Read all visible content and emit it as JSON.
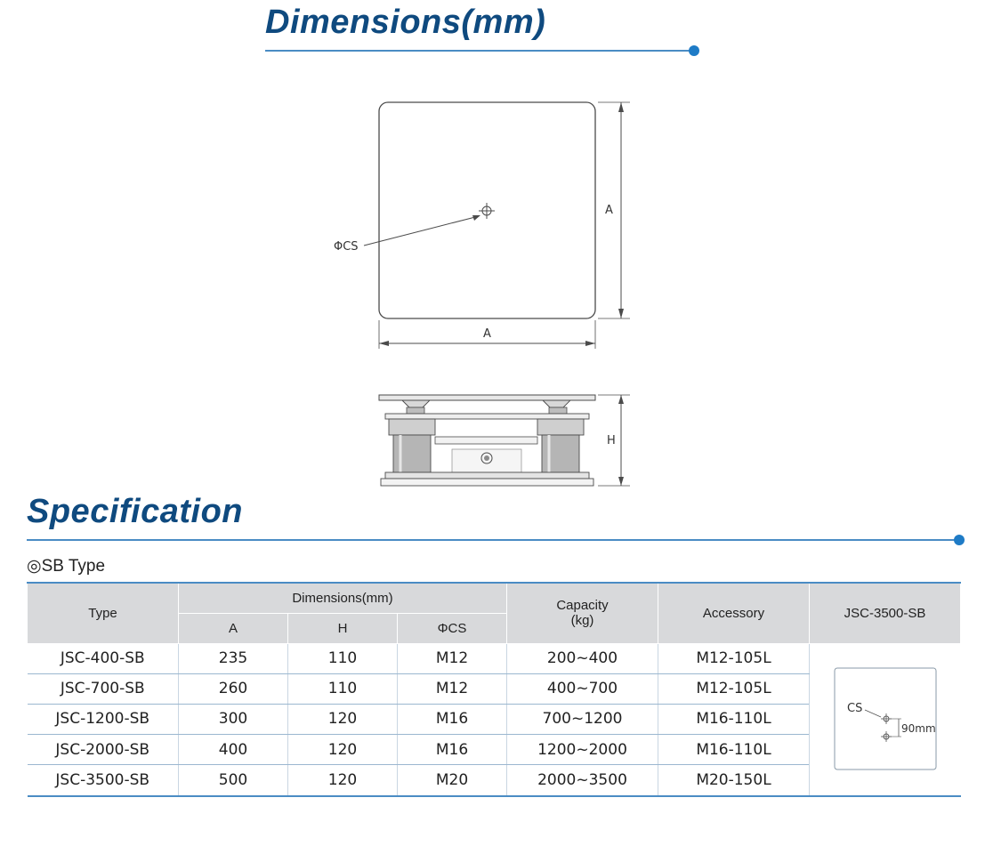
{
  "dimensions_section": {
    "title": "Dimensions(mm)"
  },
  "drawing": {
    "label_a_right": "A",
    "label_a_bottom": "A",
    "label_cs": "ΦCS",
    "label_h": "H"
  },
  "specification_section": {
    "title": "Specification",
    "subtitle": "◎SB Type"
  },
  "table": {
    "headers": {
      "type": "Type",
      "dimensions": "Dimensions(mm)",
      "a": "A",
      "h": "H",
      "cs": "ΦCS",
      "capacity": "Capacity\n(kg)",
      "accessory": "Accessory",
      "model_image": "JSC-3500-SB"
    },
    "rows": [
      {
        "type": "JSC-400-SB",
        "a": "235",
        "h": "110",
        "cs": "M12",
        "capacity": "200~400",
        "accessory": "M12-105L"
      },
      {
        "type": "JSC-700-SB",
        "a": "260",
        "h": "110",
        "cs": "M12",
        "capacity": "400~700",
        "accessory": "M12-105L"
      },
      {
        "type": "JSC-1200-SB",
        "a": "300",
        "h": "120",
        "cs": "M16",
        "capacity": "700~1200",
        "accessory": "M16-110L"
      },
      {
        "type": "JSC-2000-SB",
        "a": "400",
        "h": "120",
        "cs": "M16",
        "capacity": "1200~2000",
        "accessory": "M16-110L"
      },
      {
        "type": "JSC-3500-SB",
        "a": "500",
        "h": "120",
        "cs": "M20",
        "capacity": "2000~3500",
        "accessory": "M20-150L"
      }
    ],
    "model_image": {
      "cs_label": "CS",
      "spacing_label": "90mm"
    }
  },
  "colors": {
    "heading": "#0f4a7f",
    "rule": "#4a8cc4",
    "header_bg": "#d8d9db"
  }
}
